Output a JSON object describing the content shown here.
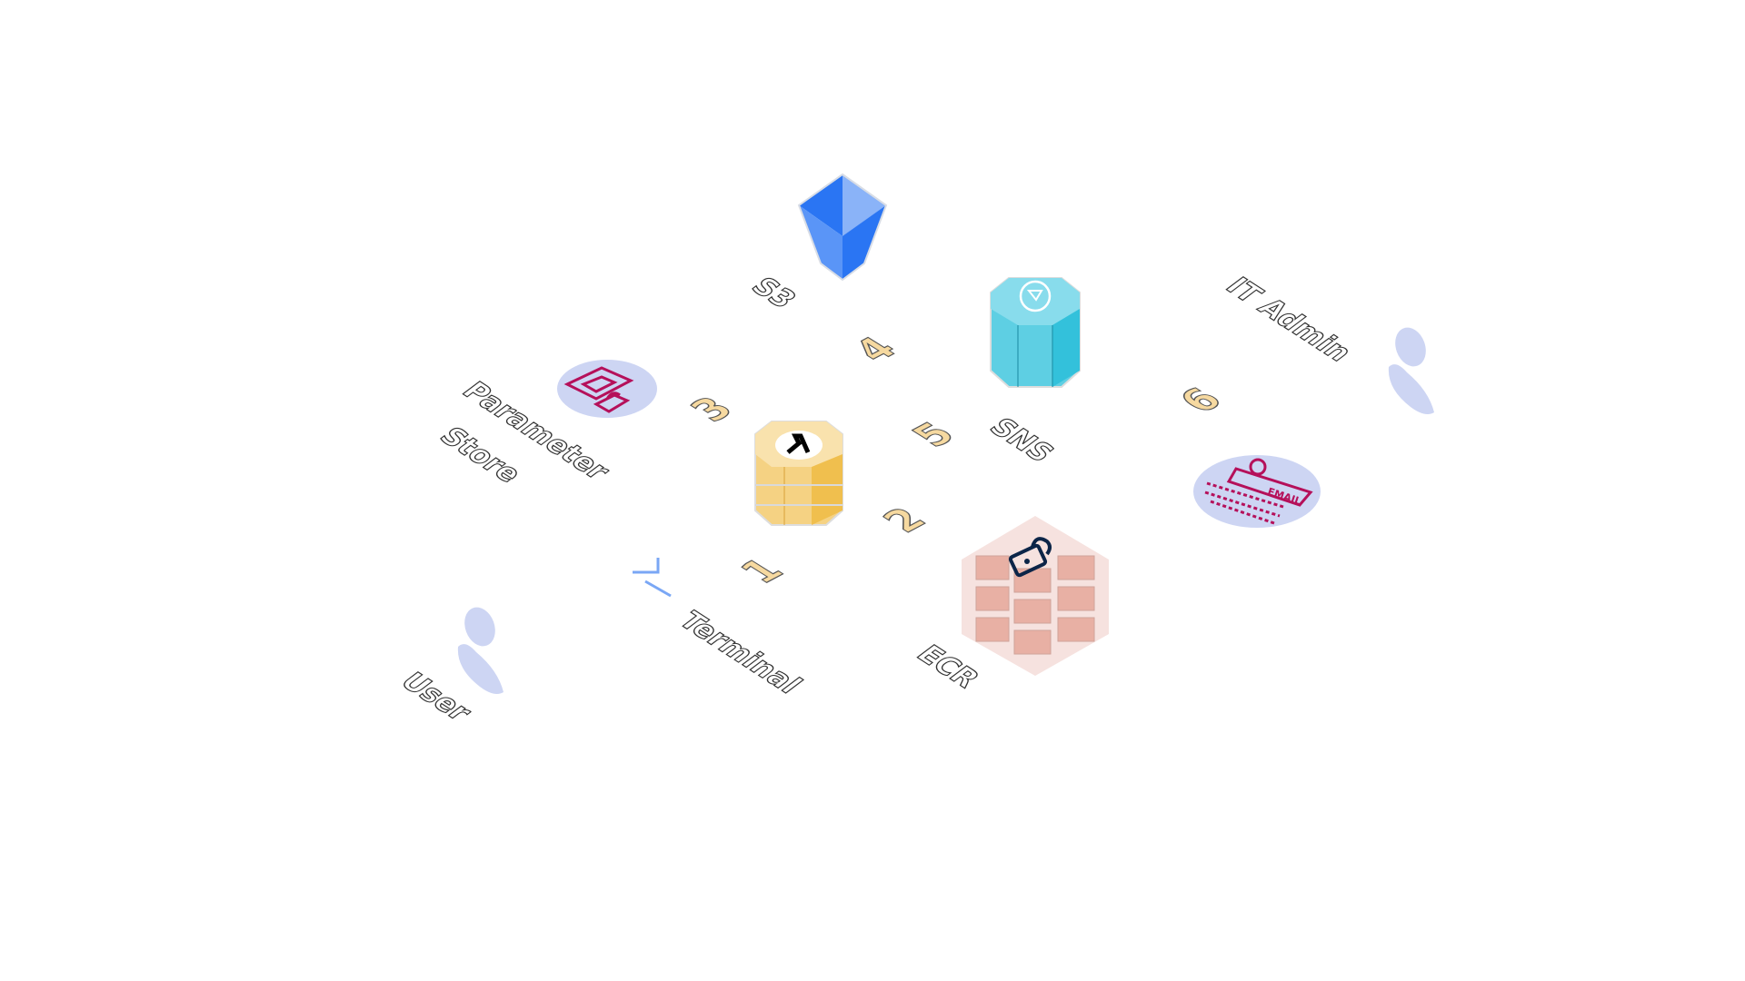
{
  "nodes": {
    "s3": {
      "label": "S3",
      "icon": "s3-bucket-icon"
    },
    "sns": {
      "label": "SNS",
      "icon": "sns-topic-icon"
    },
    "parameter_store": {
      "label_line1": "Parameter",
      "label_line2": "Store",
      "icon": "parameter-store-icon"
    },
    "lambda": {
      "icon": "lambda-icon"
    },
    "ecr": {
      "label": "ECR",
      "icon": "ecr-registry-icon"
    },
    "email": {
      "icon": "email-icon",
      "text": "EMAIL"
    },
    "it_admin": {
      "label": "IT Admin",
      "icon": "user-icon"
    },
    "user": {
      "label": "User",
      "icon": "user-icon"
    },
    "terminal": {
      "label": "Terminal",
      "icon": "terminal-icon"
    }
  },
  "steps": [
    "1",
    "2",
    "3",
    "4",
    "5",
    "6"
  ],
  "colors": {
    "s3": "#2a75f3",
    "sns": "#33c1db",
    "lambda": "#f3c55a",
    "ecr": "#e8b0a4",
    "circle": "#cdd5f3",
    "magenta": "#b5105a",
    "person": "#cdd5f3"
  }
}
